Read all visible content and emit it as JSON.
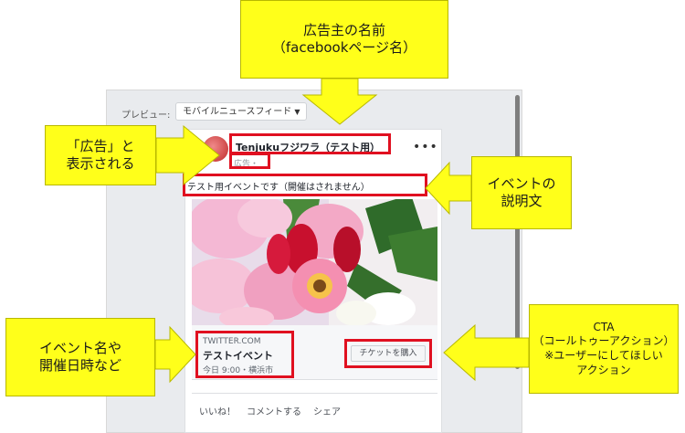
{
  "preview": {
    "label": "プレビュー:",
    "placement": "モバイルニュースフィード",
    "caret": "▼"
  },
  "post": {
    "page_name": "Tenjukuフジワラ（テスト用）",
    "sponsored": "広告・",
    "more": "•••",
    "text": "テスト用イベントです（開催はされません）"
  },
  "event": {
    "domain": "TWITTER.COM",
    "title": "テストイベント",
    "meta": "今日 9:00・横浜市",
    "cta": "チケットを購入"
  },
  "actions": {
    "like": "いいね！",
    "comment": "コメントする",
    "share": "シェア"
  },
  "callouts": {
    "advertiser": "広告主の名前\n（facebookページ名）",
    "sponsored": "「広告」と\n表示される",
    "description": "イベントの\n説明文",
    "event": "イベント名や\n開催日時など",
    "cta": "CTA\n（コールトゥーアクション）\n※ユーザーにしてほしい\nアクション"
  },
  "colors": {
    "callout": "#ffff1a",
    "highlight": "#e01020",
    "panel": "#e9ebee"
  }
}
